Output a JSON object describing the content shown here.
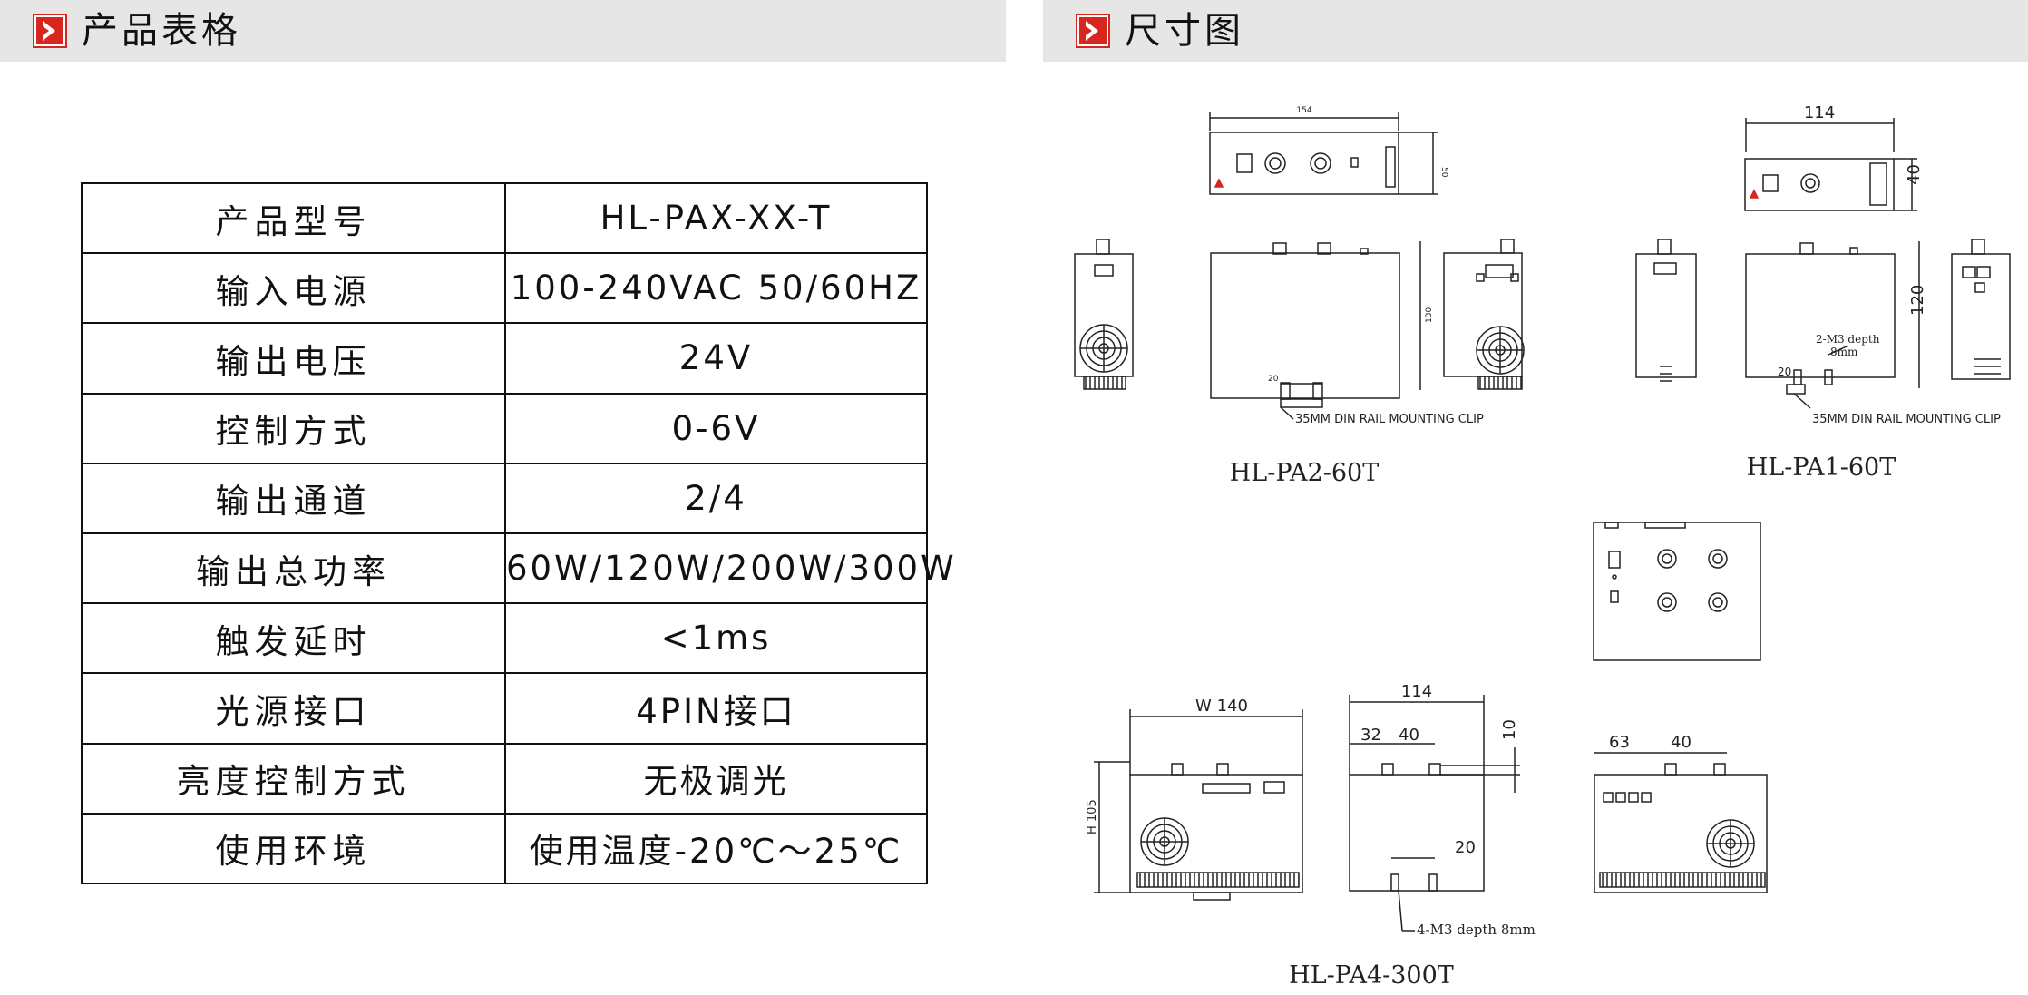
{
  "left_panel": {
    "title": "产品表格"
  },
  "right_panel": {
    "title": "尺寸图"
  },
  "colors": {
    "accent": "#d7261f",
    "header_bg": "#e6e6e6"
  },
  "spec_table": {
    "rows": [
      {
        "key": "产品型号",
        "value": "HL-PAX-XX-T"
      },
      {
        "key": "输入电源",
        "value": "100-240VAC 50/60HZ"
      },
      {
        "key": "输出电压",
        "value": "24V"
      },
      {
        "key": "控制方式",
        "value": "0-6V"
      },
      {
        "key": "输出通道",
        "value": "2/4"
      },
      {
        "key": "输出总功率",
        "value": "60W/120W/200W/300W"
      },
      {
        "key": "触发延时",
        "value": "<1ms"
      },
      {
        "key": "光源接口",
        "value": "4PIN接口"
      },
      {
        "key": "亮度控制方式",
        "value": "无极调光"
      },
      {
        "key": "使用环境",
        "value": "使用温度-20℃～25℃"
      }
    ]
  },
  "drawings": {
    "pa2": {
      "model": "HL-PA2-60T",
      "dim_width": "154",
      "dim_height_top": "50",
      "dim_height_side": "130",
      "dim_clip": "20",
      "clip_label": "35MM DIN RAIL MOUNTING CLIP"
    },
    "pa1": {
      "model": "HL-PA1-60T",
      "dim_width": "114",
      "dim_height_top": "40",
      "dim_height_side": "120",
      "dim_clip": "20",
      "hole_label_1": "2-M3 depth",
      "hole_label_2": "8mm",
      "clip_label": "35MM DIN RAIL MOUNTING CLIP"
    },
    "pa4": {
      "model": "HL-PA4-300T",
      "dim_width": "W 140",
      "dim_height": "H 105",
      "dim_mid_width": "114",
      "dim_32": "32",
      "dim_40a": "40",
      "dim_10": "10",
      "dim_20": "20",
      "dim_63": "63",
      "dim_40b": "40",
      "hole_label": "4-M3 depth  8mm"
    }
  }
}
